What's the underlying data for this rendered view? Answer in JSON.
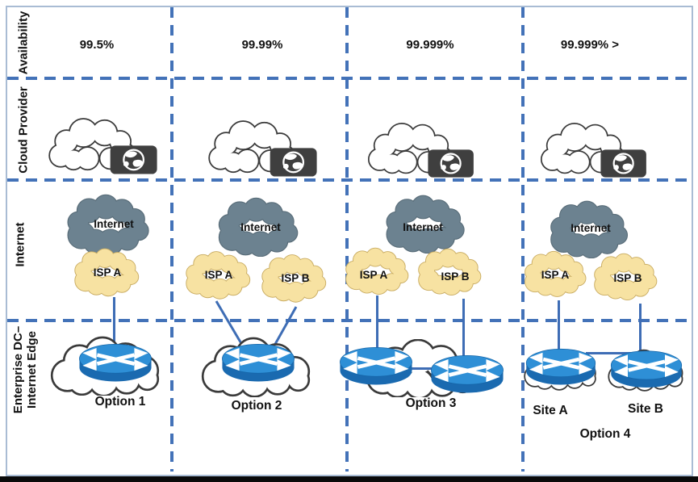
{
  "rows": [
    {
      "label": "Availability"
    },
    {
      "label": "Cloud Provider"
    },
    {
      "label": "Internet"
    },
    {
      "label": "Enterprise DC–",
      "label2": "Internet Edge"
    }
  ],
  "columns": [
    {
      "availability": "99.5%",
      "internet": "Internet",
      "isp_a": "ISP A",
      "option": "Option 1"
    },
    {
      "availability": "99.99%",
      "internet": "Internet",
      "isp_a": "ISP A",
      "isp_b": "ISP B",
      "option": "Option 2"
    },
    {
      "availability": "99.999%",
      "internet": "Internet",
      "isp_a": "ISP A",
      "isp_b": "ISP B",
      "option": "Option 3"
    },
    {
      "availability": "99.999% >",
      "internet": "Internet",
      "isp_a": "ISP A",
      "isp_b": "ISP B",
      "option": "Option 4",
      "site_a": "Site A",
      "site_b": "Site B"
    }
  ],
  "icons": [
    "cloud-icon",
    "globe-icon",
    "router-icon",
    "internet-cloud-icon",
    "isp-cloud-icon",
    "enterprise-cloud-icon"
  ],
  "colors": {
    "dash": "#4372B8",
    "line": "#3E6DB5",
    "internet_fill": "#6C8290",
    "internet_stroke": "#596D79",
    "isp_fill": "#F7E2A2",
    "isp_stroke": "#C9AC62",
    "edge_stroke": "#3A3A3A",
    "router_top": "#2E8FD6",
    "router_side": "#1A6AB0",
    "badge": "#3F3F3F",
    "frame_border": "#A9BCD4"
  }
}
